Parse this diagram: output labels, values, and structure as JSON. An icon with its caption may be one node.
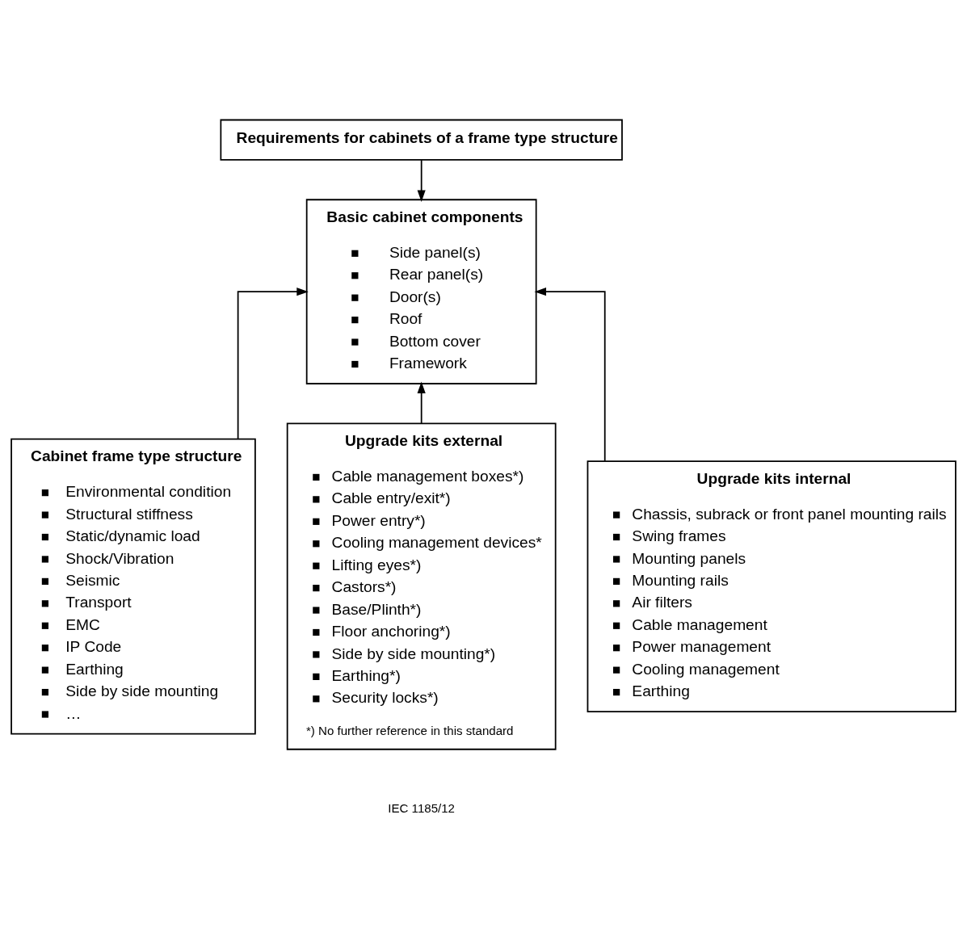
{
  "diagram": {
    "nodes": [
      {
        "text": [
          "Requirements for cabinets of a frame type structure"
        ]
      },
      {
        "text": [
          "Basic cabinet components",
          "Side panel(s)",
          "Rear panel(s)",
          "Door(s)",
          "Roof",
          "Bottom cover",
          "Framework"
        ]
      },
      {
        "text": [
          "Cabinet frame type structure",
          "Environmental condition",
          "Structural stiffness",
          "Static/dynamic load",
          "Shock/Vibration",
          "Seismic",
          "Transport",
          "EMC",
          "IP Code",
          "Earthing",
          "Side by side mounting",
          "…"
        ]
      },
      {
        "text": [
          "Upgrade kits internal",
          "Chassis, subrack or front panel mounting rails",
          "Swing frames",
          "Mounting panels",
          "Mounting rails",
          "Air filters",
          "Cable management",
          "Power management",
          "Cooling management",
          "Earthing"
        ]
      },
      {
        "text": [
          "Upgrade kits external",
          "Cable management boxes*)",
          "Cable entry/exit*)",
          "Power entry*)",
          "Cooling management devices*",
          "Lifting eyes*)",
          "Castors*)",
          "Base/Plinth*)",
          "Floor anchoring*)",
          "Side by side mounting*)",
          "Earthing*)",
          "Security locks*)",
          "*) No further reference in this standard"
        ]
      }
    ],
    "edges": [
      {
        "from": 0,
        "to": 1,
        "arrow": "to"
      },
      {
        "from": 2,
        "to": 1,
        "arrow": "to"
      },
      {
        "from": 3,
        "to": 1,
        "arrow": "to"
      },
      {
        "from": 4,
        "to": 1,
        "arrow": "to"
      }
    ],
    "labels": [
      "IEC 1185/12"
    ]
  }
}
